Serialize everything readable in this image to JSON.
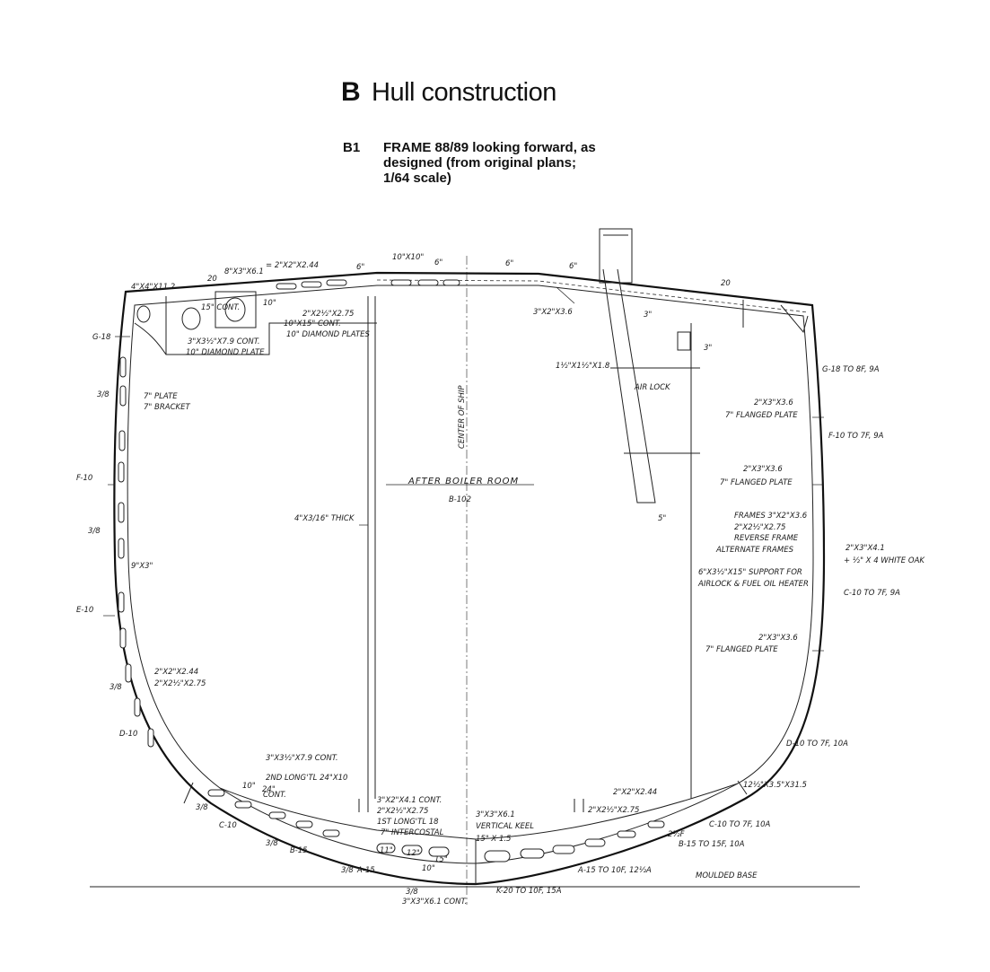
{
  "header": {
    "section_letter": "B",
    "section_title": "Hull construction",
    "figure_id": "B1",
    "caption_lines": [
      "FRAME 88/89 looking forward, as",
      "designed (from original plans;",
      "1/64 scale)"
    ]
  },
  "labels": {
    "l01": "4\"X4\"X11.2",
    "l02": "20",
    "l03": "8\"X3\"X6.1",
    "l04": "= 2\"X2\"X2.44",
    "l05": "6\"",
    "l06": "10\"X10\"",
    "l07": "6\"",
    "l08": "6\"",
    "l09": "6\"",
    "l10": "20",
    "l11": "15\" CONT.",
    "l12": "10\"",
    "l13": "2\"X2½\"X2.75",
    "l14": "10\"X15\" CONT.",
    "l15": "10\" DIAMOND PLATES",
    "l16": "3\"X3½\"X7.9 CONT.",
    "l17": "10\" DIAMOND PLATE",
    "l18": "3\"X2\"X3.6",
    "l19": "3\"",
    "l20": "3\"",
    "l21": "G-18",
    "l22": "G-18 TO 8F, 9A",
    "l23": "1½\"X1½\"X1.8",
    "l24": "AIR LOCK",
    "l25": "7\" PLATE",
    "l26": "7\" BRACKET",
    "l27": "2\"X3\"X3.6",
    "l28": "7\" FLANGED PLATE",
    "l29": "F-10 TO 7F, 9A",
    "l30": "F-10",
    "l31": "CENTER OF SHIP",
    "l32": "AFTER BOILER ROOM",
    "l33": "B-102",
    "l34": "2\"X3\"X3.6",
    "l35": "7\" FLANGED PLATE",
    "l36": "4\"X3/16\" THICK",
    "l37": "5\"",
    "l38": "FRAMES 3\"X2\"X3.6",
    "l39": "2\"X2½\"X2.75",
    "l40": "REVERSE FRAME",
    "l41": "ALTERNATE FRAMES",
    "l42": "2\"X3\"X4.1",
    "l43": "+ ½\" X 4 WHITE OAK",
    "l44": "9\"X3\"",
    "l45": "6\"X3½\"X15\" SUPPORT FOR",
    "l46": "AIRLOCK & FUEL OIL HEATER",
    "l47": "C-10 TO 7F, 9A",
    "l48": "E-10",
    "l49": "2\"X3\"X3.6",
    "l50": "7\" FLANGED PLATE",
    "l51": "2\"X2\"X2.44",
    "l52": "2\"X2½\"X2.75",
    "l53": "D-10",
    "l54": "D-10 TO 7F, 10A",
    "l55": "3\"X3½\"X7.9 CONT.",
    "l56": "2ND LONG'TL 24\"X10",
    "l57": "CONT.",
    "l58": "3\"X2\"X4.1 CONT.",
    "l59": "2\"X2½\"X2.75",
    "l60": "1ST LONG'TL 18",
    "l61": "7\" INTERCOSTAL",
    "l62": "3\"X3\"X6.1",
    "l63": "VERTICAL KEEL",
    "l64": "15\" X 1.5",
    "l65": "2\"X2\"X2.44",
    "l66": "2\"X2½\"X2.75",
    "l67": "12½\"X3.5\"X31.5",
    "l68": "C-10",
    "l69": "C-10 TO 7F, 10A",
    "l70": "B-15",
    "l71": "B-15 TO 15F, 10A",
    "l72": "A-15",
    "l73": "A-15 TO 10F, 12½A",
    "l74": "K-20 TO 10F, 15A",
    "l75": "MOULDED BASE",
    "l76": "3\"X3\"X6.1 CONT.",
    "l77": "2½F",
    "l78": "3/8",
    "l79": "3/8",
    "l80": "3/8",
    "l81": "11\"",
    "l82": "12\"",
    "l83": "15\"",
    "l84": "10\"",
    "l85": "24\"",
    "l86": "10\"",
    "l87": "3/8",
    "l88": "3/8",
    "l89": "3/8",
    "l90": "3/8"
  }
}
